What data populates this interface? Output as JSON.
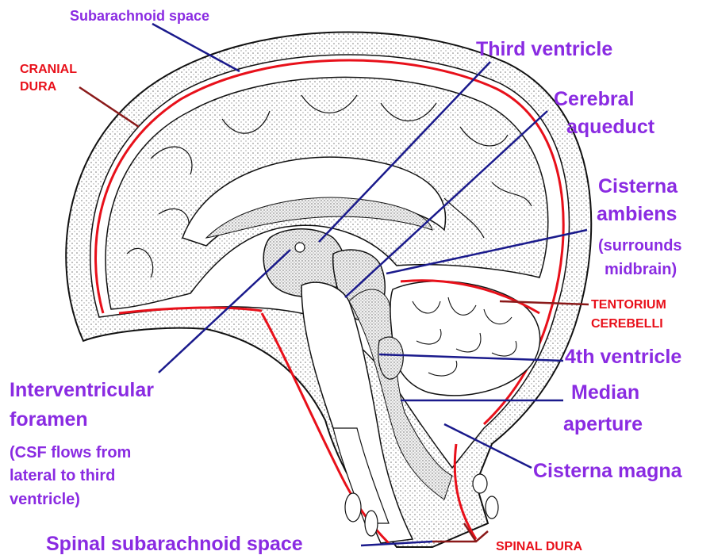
{
  "labels": {
    "subarachnoid_space": "Subarachnoid space",
    "cranial_dura_1": "CRANIAL",
    "cranial_dura_2": "DURA",
    "third_ventricle": "Third ventricle",
    "cerebral_aqueduct_1": "Cerebral",
    "cerebral_aqueduct_2": "aqueduct",
    "cisterna_ambiens_1": "Cisterna",
    "cisterna_ambiens_2": "ambiens",
    "cisterna_ambiens_note_1": "(surrounds",
    "cisterna_ambiens_note_2": "midbrain)",
    "tentorium_1": "TENTORIUM",
    "tentorium_2": "CEREBELLI",
    "fourth_ventricle": "4th ventricle",
    "median_aperture_1": "Median",
    "median_aperture_2": "aperture",
    "cisterna_magna": "Cisterna magna",
    "interventricular_1": "Interventricular",
    "interventricular_2": "foramen",
    "csf_note_1": "(CSF flows from",
    "csf_note_2": "lateral to third",
    "csf_note_3": "ventricle)",
    "spinal_subarachnoid": "Spinal subarachnoid space",
    "spinal_dura": "SPINAL DURA"
  },
  "colors": {
    "label_purple": "#8a2be2",
    "label_red": "#e8101a",
    "pointer_blue": "#1a1a8c",
    "pointer_darkred": "#8b1a1a",
    "dura_red": "#e8101a",
    "tissue_stipple": "#d9d9d9",
    "outline": "#111111"
  }
}
